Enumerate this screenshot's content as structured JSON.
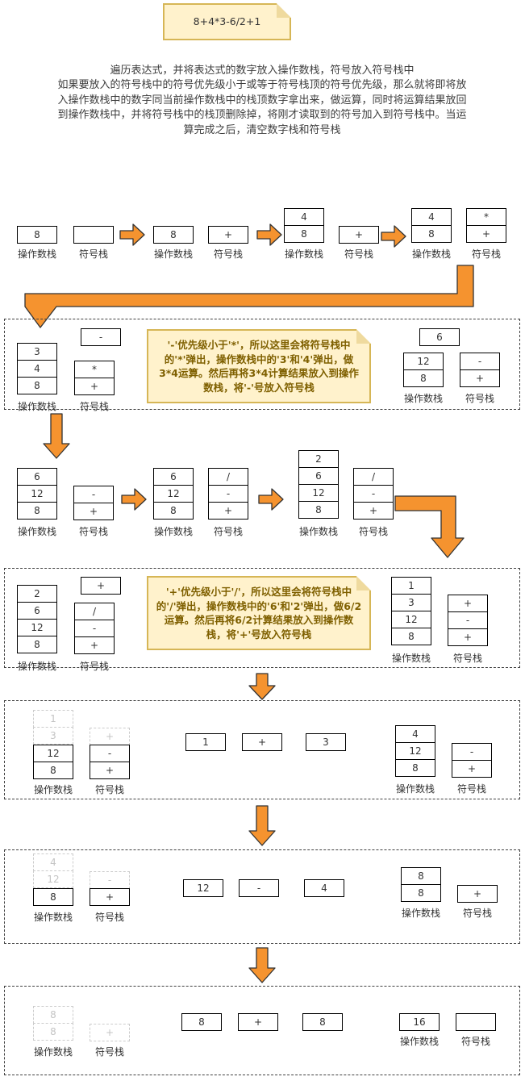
{
  "expression": "8+4*3-6/2+1",
  "description": "遍历表达式，并将表达式的数字放入操作数栈，符号放入符号栈中\n如果要放入的符号栈中的符号优先级小于或等于符号栈顶的符号优先级，那么就将即将放\n入操作数栈中的数字同当前操作数栈中的栈顶数字拿出来，做运算，同时将运算结果放回\n到操作数栈中，并将符号栈中的栈顶删除掉，将刚才读取到的符号加入到符号栈中。当运\n算完成之后，清空数字栈和符号栈",
  "labels": {
    "operand_stack": "操作数栈",
    "symbol_stack": "符号栈"
  },
  "row1": {
    "s1": {
      "operand": [
        "8"
      ],
      "symbol": [
        ""
      ]
    },
    "s2": {
      "operand": [
        "8"
      ],
      "symbol": [
        "+"
      ]
    },
    "s3": {
      "operand": [
        "4",
        "8"
      ],
      "symbol": [
        "+"
      ]
    },
    "s4": {
      "operand": [
        "4",
        "8"
      ],
      "symbol": [
        "*",
        "+"
      ]
    }
  },
  "box1": {
    "left": {
      "operand": [
        "3",
        "4",
        "8"
      ],
      "incoming": "-",
      "symbol": [
        "*",
        "+"
      ]
    },
    "note": "'-'优先级小于'*'，所以这里会将符号栈中的'*'弹出，操作数栈中的'3'和'4'弹出，做3*4运算。然后再将3*4计算结果放入到操作数栈，将'-'号放入符号栈",
    "right": {
      "incoming": "6",
      "operand": [
        "12",
        "8"
      ],
      "symbol": [
        "-",
        "+"
      ]
    }
  },
  "row2": {
    "s1": {
      "operand": [
        "6",
        "12",
        "8"
      ],
      "symbol": [
        "-",
        "+"
      ]
    },
    "s2": {
      "operand": [
        "6",
        "12",
        "8"
      ],
      "symbol": [
        "/",
        "-",
        "+"
      ]
    },
    "s3": {
      "operand": [
        "2",
        "6",
        "12",
        "8"
      ],
      "symbol": [
        "/",
        "-",
        "+"
      ]
    }
  },
  "box2": {
    "left": {
      "operand": [
        "2",
        "6",
        "12",
        "8"
      ],
      "incoming": "+",
      "symbol": [
        "/",
        "-",
        "+"
      ]
    },
    "note": "'+'优先级小于'/'，所以这里会将符号栈中的'/'弹出，操作数栈中的'6'和'2'弹出，做6/2运算。然后再将6/2计算结果放入到操作数栈，将'+'号放入符号栈",
    "right": {
      "operand": [
        "1",
        "3",
        "12",
        "8"
      ],
      "symbol": [
        "+",
        "-",
        "+"
      ]
    }
  },
  "box3": {
    "left": {
      "ghost_operand": [
        "1",
        "3"
      ],
      "operand": [
        "12",
        "8"
      ],
      "ghost_symbol": [
        "+"
      ],
      "symbol": [
        "-",
        "+"
      ]
    },
    "calc": [
      "1",
      "+",
      "3"
    ],
    "right": {
      "operand": [
        "4",
        "12",
        "8"
      ],
      "symbol": [
        "-",
        "+"
      ]
    }
  },
  "box4": {
    "left": {
      "ghost_operand": [
        "4",
        "12"
      ],
      "operand": [
        "8"
      ],
      "ghost_symbol": [
        "-"
      ],
      "symbol": [
        "+"
      ]
    },
    "calc": [
      "12",
      "-",
      "4"
    ],
    "right": {
      "operand": [
        "8",
        "8"
      ],
      "symbol": [
        "+"
      ]
    }
  },
  "box5": {
    "left": {
      "ghost_operand": [
        "8",
        "8"
      ],
      "ghost_symbol": [
        "+"
      ]
    },
    "calc": [
      "8",
      "+",
      "8"
    ],
    "right": {
      "operand": [
        "16"
      ],
      "symbol": [
        ""
      ]
    }
  },
  "colors": {
    "arrow_fill": "#F5932F",
    "arrow_stroke": "#333333",
    "note_bg": "#FFF2CC",
    "note_border": "#D6B656",
    "note_text": "#7F6000"
  }
}
